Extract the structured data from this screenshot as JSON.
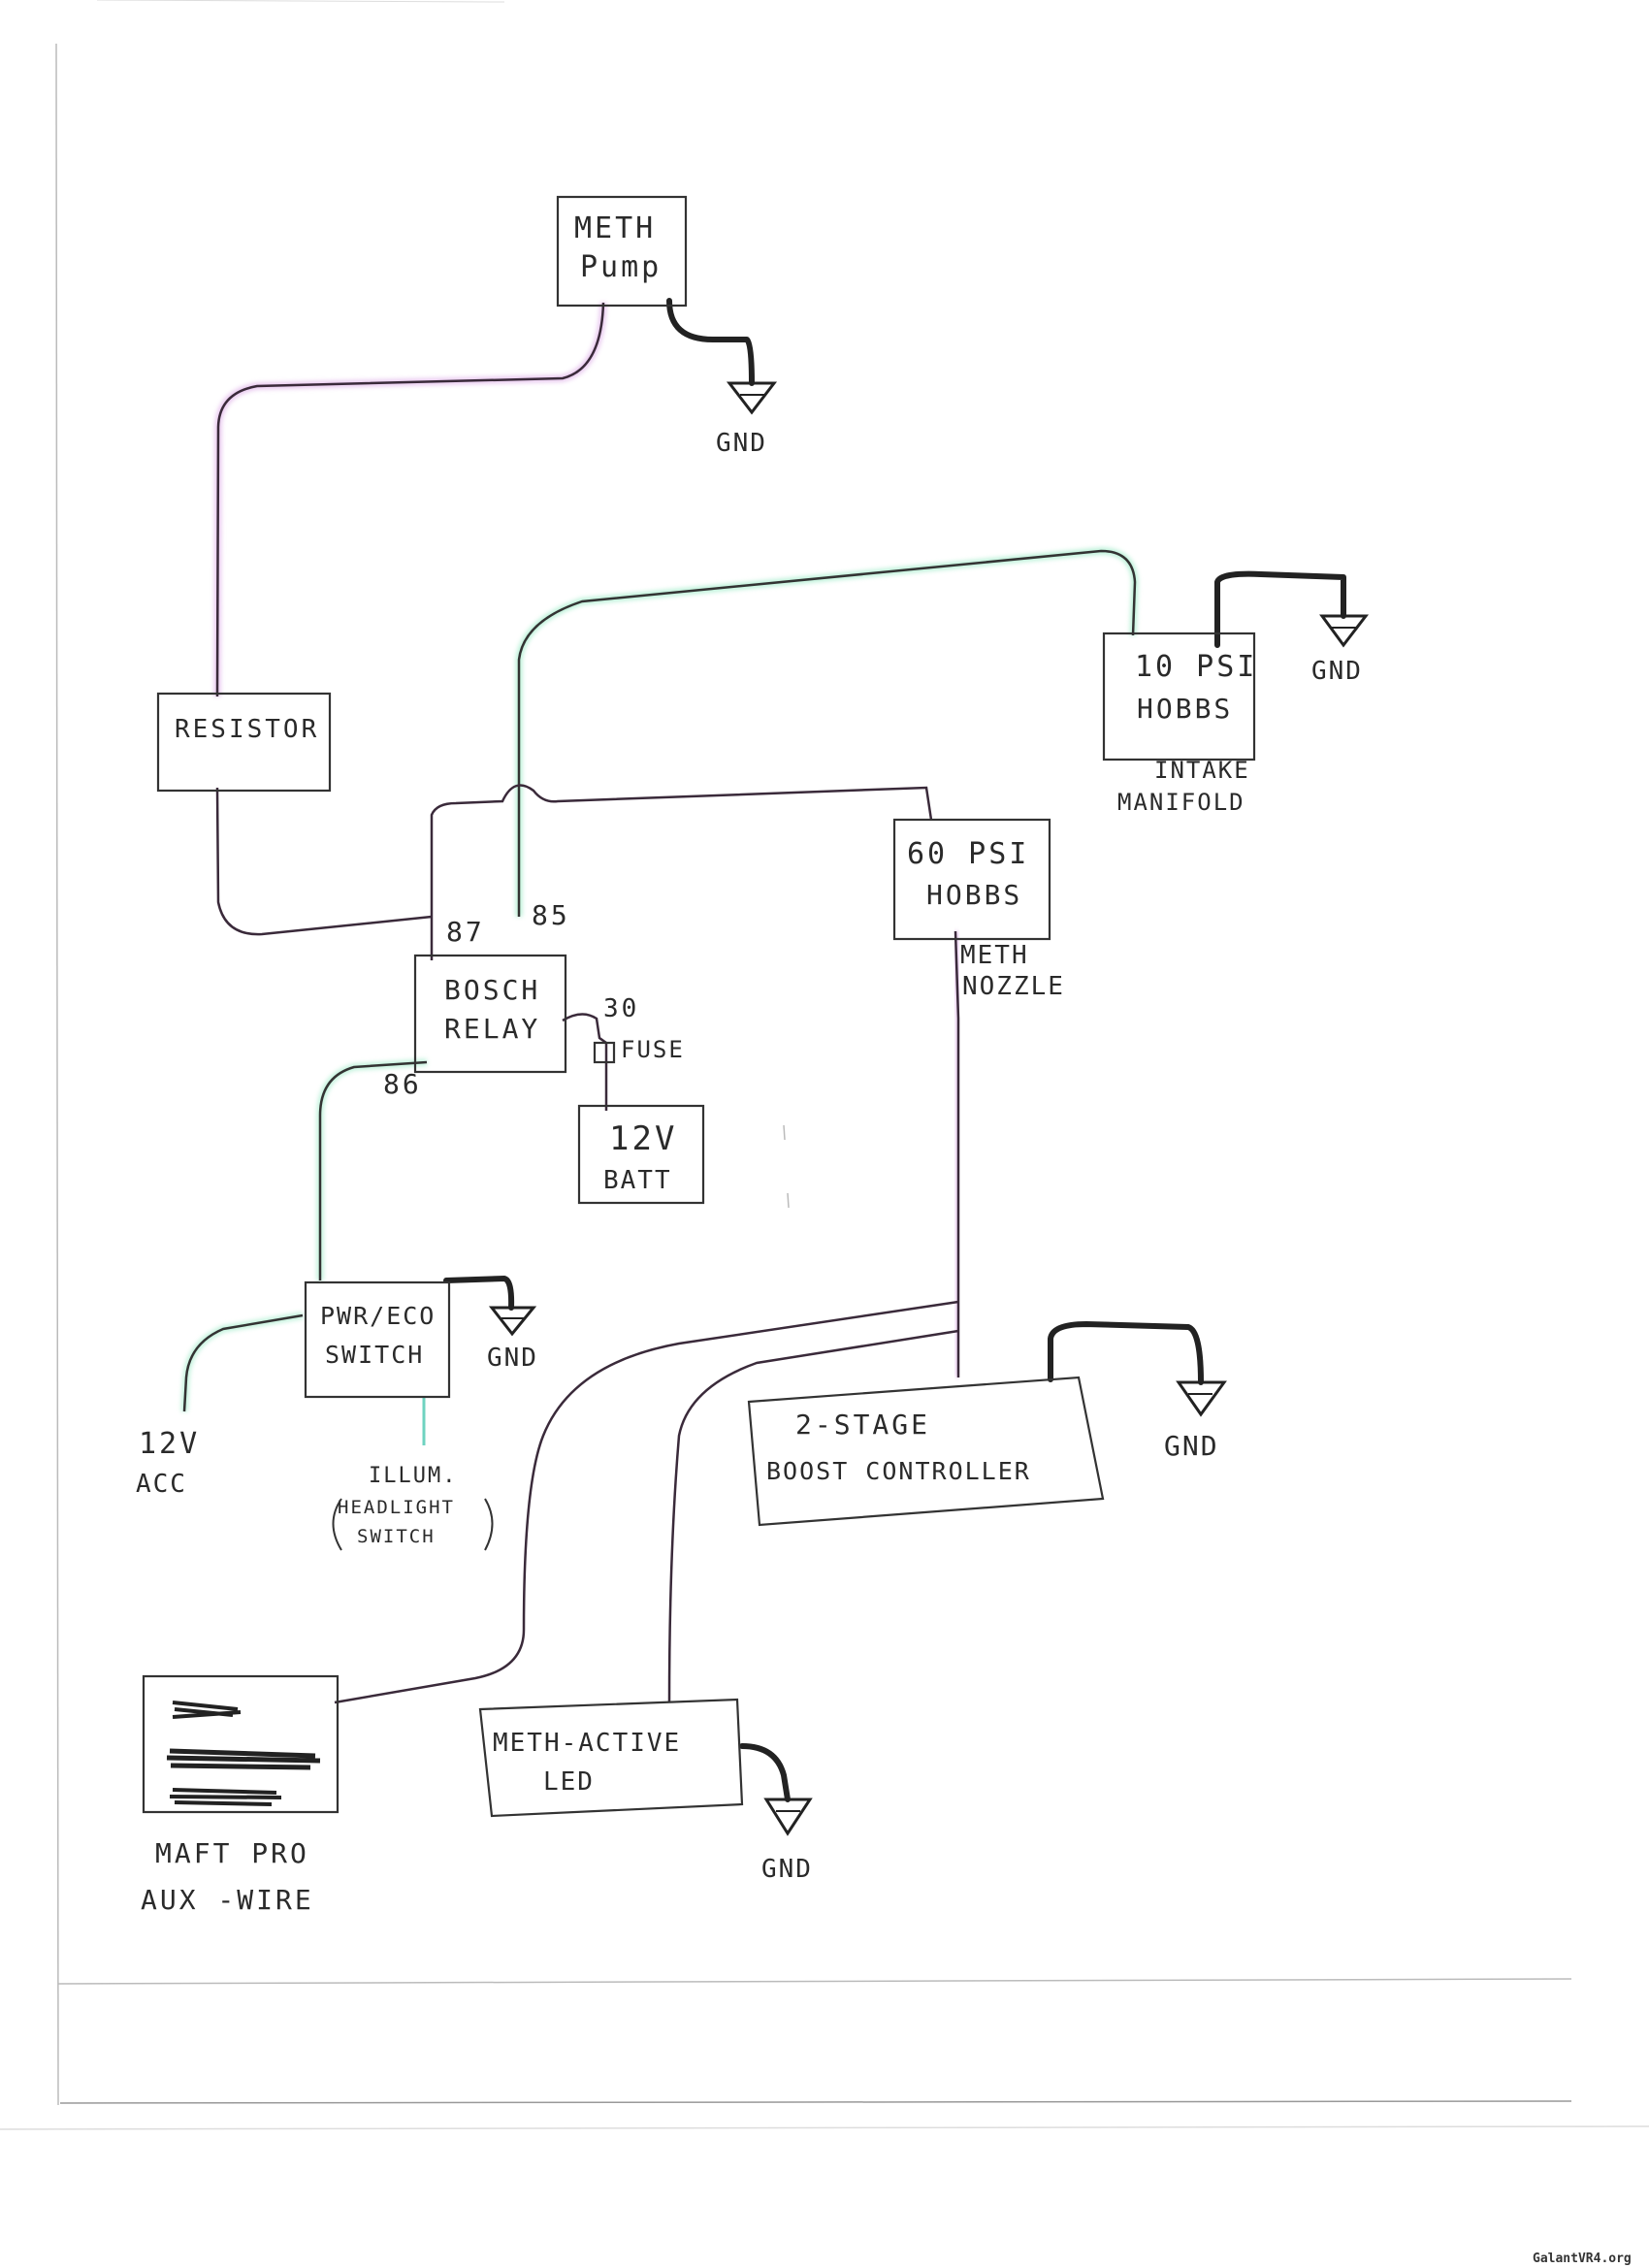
{
  "components": {
    "meth_pump": {
      "line1": "METH",
      "line2": "Pump"
    },
    "resistor": {
      "line1": "RESISTOR"
    },
    "hobbs_10": {
      "line1": "10 PSI",
      "line2": "HOBBS"
    },
    "intake_manifold": {
      "line1": "INTAKE",
      "line2": "MANIFOLD"
    },
    "hobbs_60": {
      "line1": "60 PSI",
      "line2": "HOBBS"
    },
    "meth_nozzle": {
      "line1": "METH",
      "line2": "NOZZLE"
    },
    "bosch_relay": {
      "line1": "BOSCH",
      "line2": "RELAY"
    },
    "pin_87": "87",
    "pin_85": "85",
    "pin_86": "86",
    "pin_30": "30",
    "fuse": "FUSE",
    "battery": {
      "line1": "12V",
      "line2": "BATT"
    },
    "switch": {
      "line1": "PWR/ECO",
      "line2": "SWITCH"
    },
    "acc": {
      "line1": "12V",
      "line2": "ACC"
    },
    "illum": {
      "line1": "ILLUM.",
      "line2": "HEADLIGHT",
      "line3": "SWITCH"
    },
    "boost_controller": {
      "line1": "2-STAGE",
      "line2": "BOOST CONTROLLER"
    },
    "maft": {
      "line1": "MAFT PRO",
      "line2": "AUX -WIRE"
    },
    "led": {
      "line1": "METH-ACTIVE",
      "line2": "LED"
    }
  },
  "grounds": {
    "pump": "GND",
    "hobbs10": "GND",
    "switch": "GND",
    "boost": "GND",
    "led": "GND"
  },
  "watermark": "GalantVR4.org",
  "colors": {
    "wire_purple": "#c98ad6",
    "wire_green": "#7fe0b0",
    "ink": "#2a2a2a"
  }
}
